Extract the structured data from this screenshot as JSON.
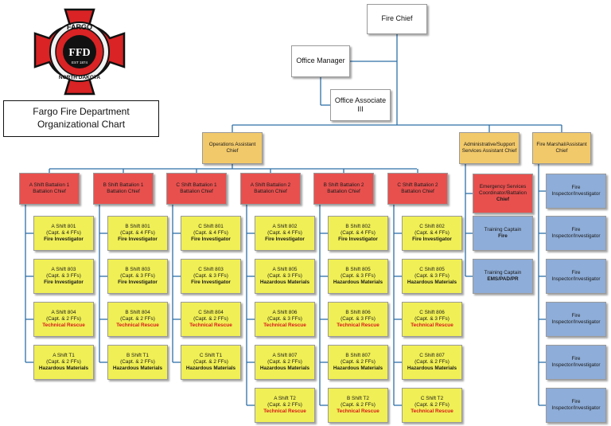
{
  "org": {
    "title_lines": [
      "Fargo Fire Department",
      "Organizational Chart"
    ],
    "logo": {
      "top": "FARGO",
      "bottom": "NORTH DAKOTA",
      "center": "FFD",
      "est": "EST 1874"
    },
    "fire_chief": "Fire Chief",
    "office_manager": "Office Manager",
    "office_associate": "Office Associate III",
    "assistant_chiefs": [
      [
        "Operations Assistant",
        "Chief"
      ],
      [
        "Administrative/Support",
        "Services Assistant Chief"
      ],
      [
        "Fire Marshal/Assistant",
        "Chief"
      ]
    ],
    "battalions": [
      {
        "title": [
          "A Shift Battalion 1",
          "Battalion Chief"
        ],
        "units": [
          [
            "A Shift 801",
            "(Capt. & 4 FFs)",
            "Fire Investigator"
          ],
          [
            "A Shift 803",
            "(Capt. & 3 FFs)",
            "Fire Investigator"
          ],
          [
            "A Shift 804",
            "(Capt. & 2 FFs)",
            "Technical Rescue"
          ],
          [
            "A Shift T1",
            "(Capt. & 2 FFs)",
            "Hazardous Materials"
          ]
        ]
      },
      {
        "title": [
          "B Shift Battalion 1",
          "Battalion Chief"
        ],
        "units": [
          [
            "B Shift 801",
            "(Capt. & 4 FFs)",
            "Fire Investigator"
          ],
          [
            "B Shift 803",
            "(Capt. & 3 FFs)",
            "Fire Investigator"
          ],
          [
            "B Shift 804",
            "(Capt. & 2 FFs)",
            "Technical Rescue"
          ],
          [
            "B Shift T1",
            "(Capt. & 2 FFs)",
            "Hazardous Materials"
          ]
        ]
      },
      {
        "title": [
          "C Shift Battalion 1",
          "Battalion Chief"
        ],
        "units": [
          [
            "C Shift 801",
            "(Capt. & 4 FFs)",
            "Fire Investigator"
          ],
          [
            "C Shift 803",
            "(Capt. & 3 FFs)",
            "Fire Investigator"
          ],
          [
            "C Shift 804",
            "(Capt. & 2 FFs)",
            "Technical Rescue"
          ],
          [
            "C Shift T1",
            "(Capt. & 2 FFs)",
            "Hazardous Materials"
          ]
        ]
      },
      {
        "title": [
          "A Shift Battalion 2",
          "Battalion Chief"
        ],
        "units": [
          [
            "A Shift 802",
            "(Capt. & 4 FFs)",
            "Fire Investigator"
          ],
          [
            "A Shift 805",
            "(Capt. & 3 FFs)",
            "Hazardous Materials"
          ],
          [
            "A Shift 806",
            "(Capt. & 3 FFs)",
            "Technical Rescue"
          ],
          [
            "A Shift 807",
            "(Capt. & 2 FFs)",
            "Hazardous Materials"
          ],
          [
            "A Shift T2",
            "(Capt. & 2 FFs)",
            "Technical Rescue"
          ]
        ]
      },
      {
        "title": [
          "B Shift Battalion 2",
          "Battalion Chief"
        ],
        "units": [
          [
            "B Shift 802",
            "(Capt. & 4 FFs)",
            "Fire Investigator"
          ],
          [
            "B Shift 805",
            "(Capt. & 3 FFs)",
            "Hazardous Materials"
          ],
          [
            "B Shift 806",
            "(Capt. & 3 FFs)",
            "Technical Rescue"
          ],
          [
            "B Shift 807",
            "(Capt. & 2 FFs)",
            "Hazardous Materials"
          ],
          [
            "B Shift T2",
            "(Capt. & 2 FFs)",
            "Technical Rescue"
          ]
        ]
      },
      {
        "title": [
          "C Shift Battalion 2",
          "Battalion Chief"
        ],
        "units": [
          [
            "C Shift 802",
            "(Capt. & 4 FFs)",
            "Fire Investigator"
          ],
          [
            "C Shift 805",
            "(Capt. & 3 FFs)",
            "Hazardous Materials"
          ],
          [
            "C Shift 806",
            "(Capt. & 3 FFs)",
            "Technical Rescue"
          ],
          [
            "C Shift 807",
            "(Capt. & 2 FFs)",
            "Hazardous Materials"
          ],
          [
            "C Shift T2",
            "(Capt. & 2 FFs)",
            "Technical Rescue"
          ]
        ]
      }
    ],
    "admin_staff": [
      [
        "Emergency Services",
        "Coordinator/Battalion",
        "Chief"
      ],
      [
        "Training Captain",
        "Fire"
      ],
      [
        "Training Captain",
        "EMS/PAD/PR"
      ]
    ],
    "inspector_label": [
      "Fire",
      "Inspector/Investigator"
    ],
    "inspector_count": 6,
    "colors": {
      "gold": "#f2c96a",
      "red": "#e8504e",
      "yellow": "#f0ef55",
      "blue": "#8eadd8",
      "line": "#2e6fa8",
      "tech": "#d81818"
    }
  }
}
